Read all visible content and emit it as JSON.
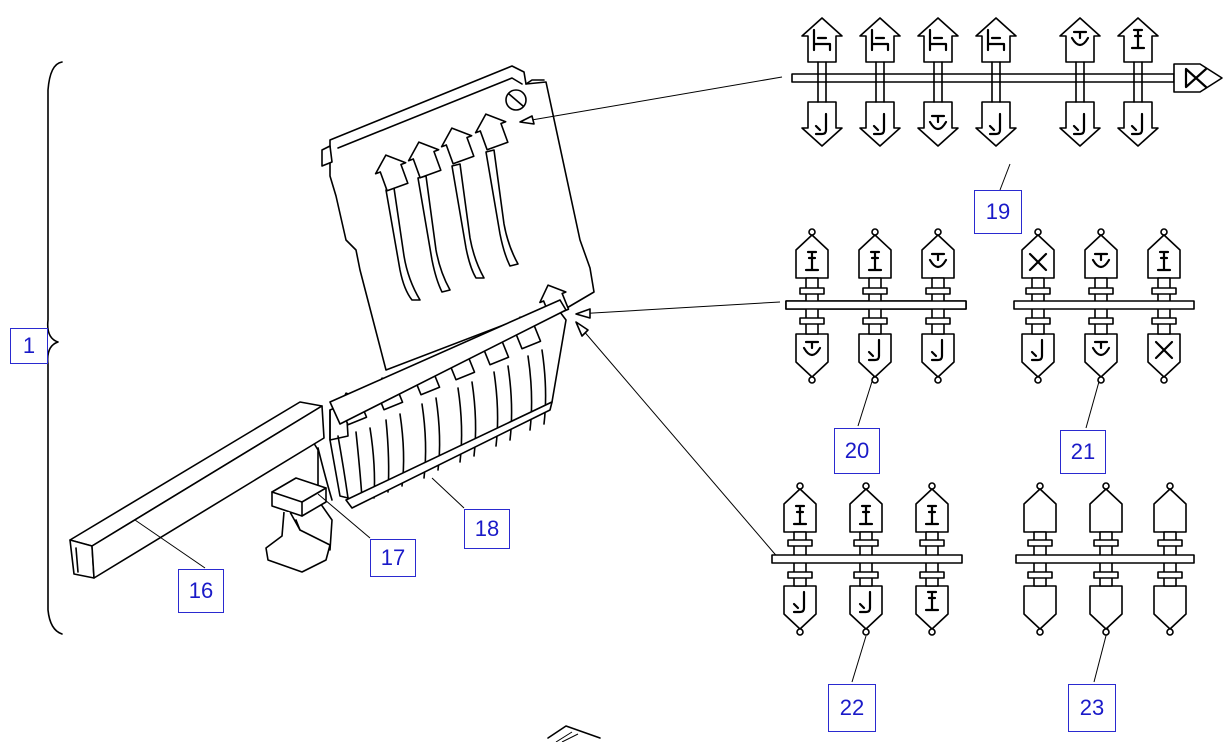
{
  "callouts": {
    "c1": "1",
    "c16": "16",
    "c17": "17",
    "c18": "18",
    "c19": "19",
    "c20": "20",
    "c21": "21",
    "c22": "22",
    "c23": "23"
  },
  "sprues": {
    "s19": {
      "top_icons": 6,
      "bottom_icons": 6,
      "end_icon": "spray-pattern-icon"
    },
    "s20": {
      "top_icons": 3,
      "bottom_icons": 3
    },
    "s21": {
      "top_icons": 3,
      "bottom_icons": 3
    },
    "s22": {
      "top_icons": 3,
      "bottom_icons": 3
    },
    "s23": {
      "top_icons": 3,
      "bottom_icons": 3,
      "blank": true
    }
  }
}
